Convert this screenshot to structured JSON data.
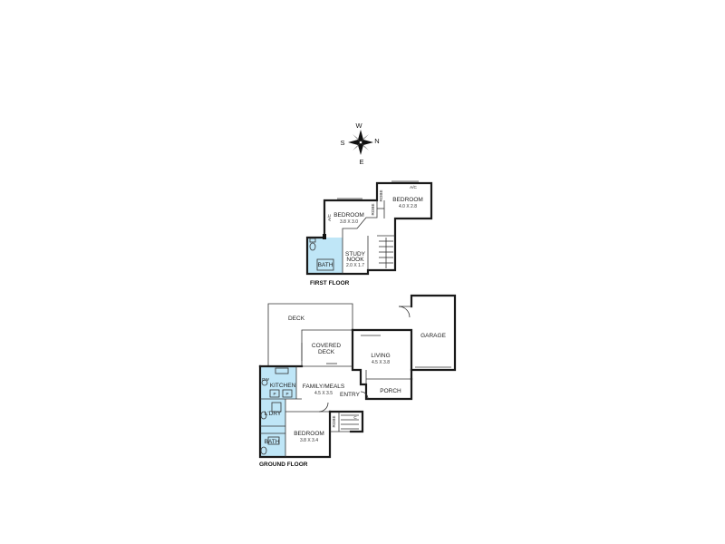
{
  "compass": {
    "north": "N",
    "south": "S",
    "east": "E",
    "west": "W"
  },
  "first_floor": {
    "caption": "FIRST FLOOR",
    "rooms": {
      "bedroom_a_name": "BEDROOM",
      "bedroom_a_dim": "3.8 X 3.0",
      "bedroom_a_ac": "A/C",
      "bedroom_b_name": "BEDROOM",
      "bedroom_b_dim": "4.0 X 2.8",
      "bedroom_b_ac": "A/C",
      "robe_1": "ROBE",
      "robe_2": "ROBE",
      "study_name_1": "STUDY",
      "study_name_2": "NOOK",
      "study_dim": "2.0 X 1.7",
      "bath": "BATH"
    }
  },
  "ground_floor": {
    "caption": "GROUND FLOOR",
    "rooms": {
      "deck": "DECK",
      "covered_deck_1": "COVERED",
      "covered_deck_2": "DECK",
      "living_name": "LIVING",
      "living_dim": "4.5 X 3.8",
      "garage": "GARAGE",
      "dw": "DW",
      "kitchen": "KITCHEN",
      "pantry_1": "P",
      "pantry_2": "P",
      "family_name": "FAMILY/MEALS",
      "family_dim": "4.5 X 3.5",
      "entry": "ENTRY",
      "porch": "PORCH",
      "laundry": "L'DRY",
      "bath": "BATH",
      "bedroom_name": "BEDROOM",
      "bedroom_dim": "3.8 X 3.4",
      "robe": "ROBE",
      "cupboard": "C"
    }
  },
  "colors": {
    "wet_area": "#bfe6f7",
    "wall": "#1a1a1a"
  }
}
